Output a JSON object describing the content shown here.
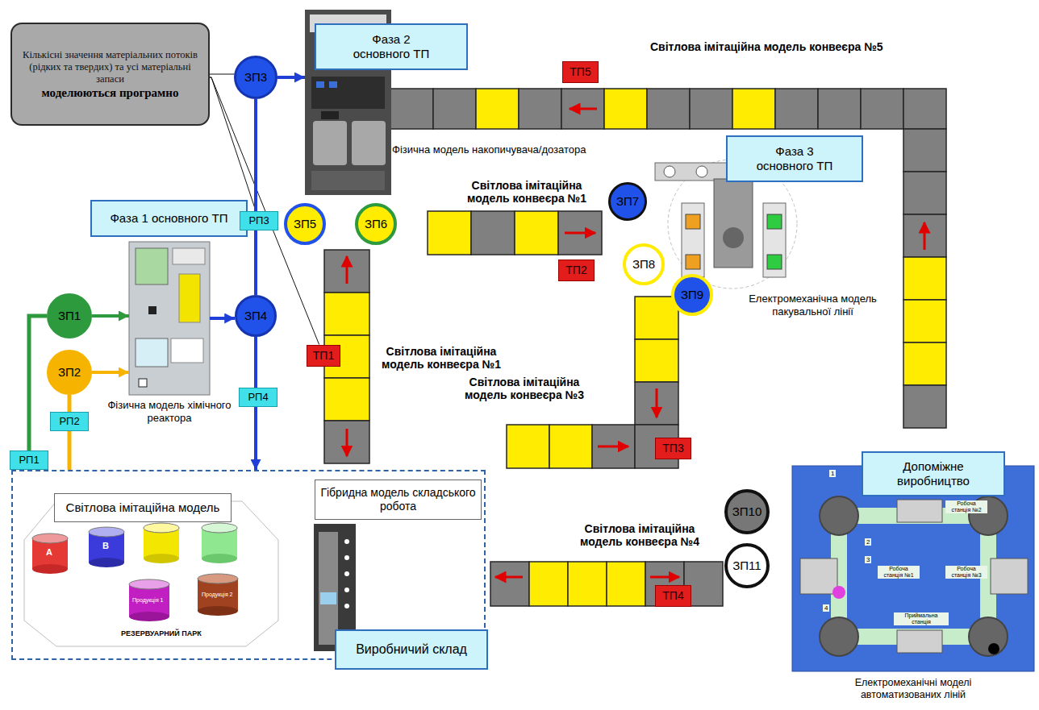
{
  "diagram": {
    "nodes": [
      {
        "text": [
          "Кількісні значення матеріальних потоків (рідких та твердих) та усі матеріальні запаси",
          "моделюються програмно"
        ]
      },
      {
        "text": [
          "Фаза 2 основного ТП"
        ]
      },
      {
        "text": [
          "ЗП3"
        ]
      },
      {
        "text": [
          "Фізична модель накопичувача/дозатора"
        ]
      },
      {
        "text": [
          "ТП5"
        ]
      },
      {
        "text": [
          "Фаза 3 основного ТП"
        ]
      },
      {
        "text": [
          "ЗП7"
        ]
      },
      {
        "text": [
          "ТП2"
        ]
      },
      {
        "text": [
          "Фаза 1 основного ТП"
        ]
      },
      {
        "text": [
          "РП3"
        ]
      },
      {
        "text": [
          "ЗП5"
        ]
      },
      {
        "text": [
          "ЗП6"
        ]
      },
      {
        "text": [
          "ЗП1"
        ]
      },
      {
        "text": [
          "Фізична модель хімічного реактора"
        ]
      },
      {
        "text": [
          "ЗП4"
        ]
      },
      {
        "text": [
          "ЗП8"
        ]
      },
      {
        "text": [
          "ЗП9"
        ]
      },
      {
        "text": [
          "Електромеханічна модель пакувальної лінії"
        ]
      },
      {
        "text": [
          "ЗП2"
        ]
      },
      {
        "text": [
          "ТП1"
        ]
      },
      {
        "text": [
          "РП4"
        ]
      },
      {
        "text": [
          "РП2"
        ]
      },
      {
        "text": [
          "ТП3"
        ]
      },
      {
        "text": [
          "РП1"
        ]
      },
      {
        "text": [
          "ЗП10"
        ]
      },
      {
        "text": [
          "ЗП11"
        ]
      },
      {
        "text": [
          "ТП4"
        ]
      },
      {
        "text": [
          "Допоміжне виробництво"
        ]
      },
      {
        "text": [
          "Електромеханічні моделі автоматизованих ліній"
        ]
      },
      {
        "text": [
          "Виробничий склад"
        ]
      },
      {
        "text": [
          "Світлова імітаційна модель"
        ],
        "in": 29
      },
      {
        "text": [
          "Гібридна модель складського робота"
        ],
        "in": 29
      }
    ],
    "edges": [
      {
        "from": 0,
        "to": 2,
        "arrow": "none"
      },
      {
        "from": 0,
        "to": 9,
        "arrow": "none"
      },
      {
        "from": 0,
        "to": 19,
        "arrow": "none"
      },
      {
        "from": 2,
        "to": 3,
        "arrow": "to"
      },
      {
        "from": 14,
        "to": 2,
        "arrow": "none"
      },
      {
        "from": 13,
        "to": 14,
        "arrow": "to"
      },
      {
        "from": 12,
        "to": 13,
        "arrow": "to"
      },
      {
        "from": 18,
        "to": 13,
        "arrow": "to"
      },
      {
        "from": 29,
        "to": 12,
        "arrow": "none"
      },
      {
        "from": 29,
        "to": 18,
        "arrow": "none"
      },
      {
        "from": 14,
        "to": 29,
        "arrow": "to"
      }
    ],
    "labels": [
      "Світлова імітаційна модель конвеєра №5",
      "Світлова імітаційна модель конвеєра №1",
      "Світлова імітаційна модель конвеєра №1",
      "Світлова імітаційна модель конвеєра №3",
      "Світлова імітаційна модель конвеєра №4",
      "A",
      "B",
      "РЕЗЕРВУАРНИЙ ПАРК",
      "Продукція 1",
      "Продукція 2",
      "1",
      "2",
      "3",
      "4",
      "Робоча станція №2",
      "Робоча станція №1",
      "Робоча станція №3",
      "Приймальна станція"
    ]
  }
}
